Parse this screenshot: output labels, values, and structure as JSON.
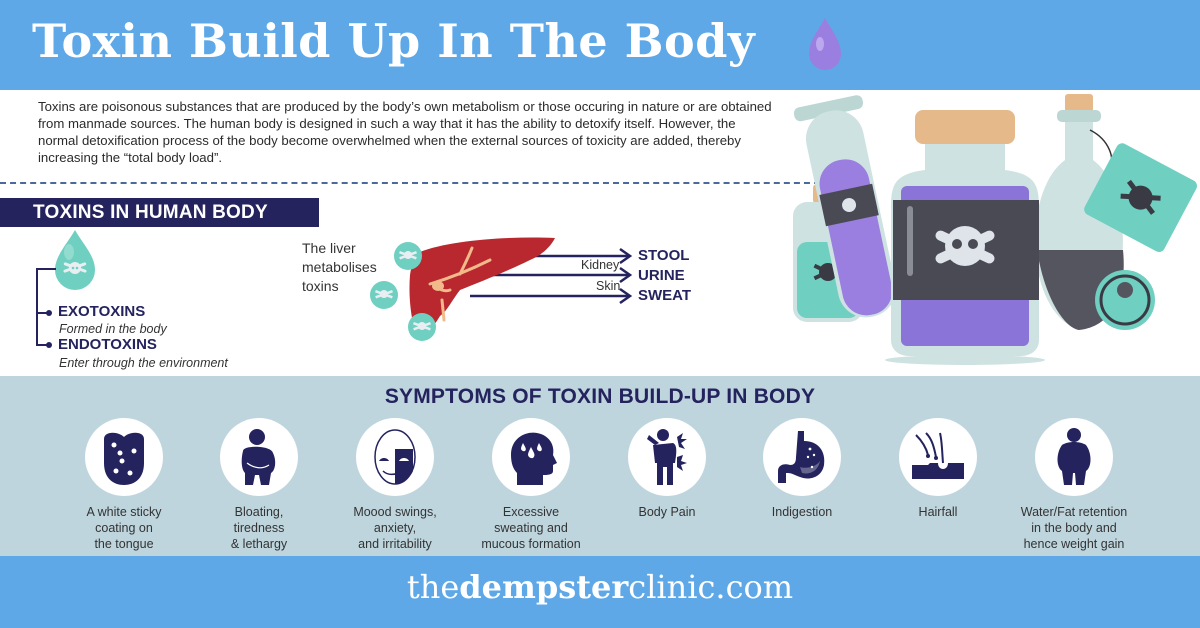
{
  "header": {
    "title": "Toxin Build Up In The Body"
  },
  "intro": {
    "text": "Toxins are poisonous substances that are produced by the body’s own metabolism or those occuring in nature or are obtained from manmade sources. The human body is designed in such a way that it has the ability to detoxify itself. However, the normal detoxification process of the body become overwhelmed when the external sources of toxicity are added, thereby increasing the “total body load”."
  },
  "toxins_section": {
    "title": "TOXINS IN HUMAN BODY",
    "types": [
      {
        "name": "EXOTOXINS",
        "description": "Formed in the body"
      },
      {
        "name": "ENDOTOXINS",
        "description": "Enter through the environment"
      }
    ],
    "liver": {
      "caption_lines": [
        "The liver",
        "metabolises",
        "toxins"
      ],
      "routes": [
        "Kidney",
        "Skin"
      ],
      "outputs": [
        "STOOL",
        "URINE",
        "SWEAT"
      ]
    }
  },
  "symptoms_section": {
    "title": "SYMPTOMS OF TOXIN BUILD-UP IN BODY",
    "items": [
      {
        "icon": "tongue-icon",
        "label_lines": [
          "A white sticky",
          "coating on",
          "the tongue"
        ]
      },
      {
        "icon": "bloating-person-icon",
        "label_lines": [
          "Bloating,",
          "tiredness",
          "& lethargy"
        ]
      },
      {
        "icon": "mask-icon",
        "label_lines": [
          "Moood swings,",
          "anxiety,",
          "and irritability"
        ]
      },
      {
        "icon": "sweating-head-icon",
        "label_lines": [
          "Excessive",
          "sweating and",
          "mucous formation"
        ]
      },
      {
        "icon": "body-pain-icon",
        "label_lines": [
          "Body Pain"
        ]
      },
      {
        "icon": "stomach-icon",
        "label_lines": [
          "Indigestion"
        ]
      },
      {
        "icon": "hair-follicle-icon",
        "label_lines": [
          "Hairfall"
        ]
      },
      {
        "icon": "obese-person-icon",
        "label_lines": [
          "Water/Fat retention",
          "in the body and",
          "hence weight gain"
        ]
      }
    ]
  },
  "footer": {
    "url_prefix": "the",
    "url_bold": "dempster",
    "url_suffix": "clinic.com"
  },
  "colors": {
    "header_blue": "#5fa8e8",
    "navy": "#24235e",
    "symptoms_bg": "#bed5dd",
    "teal": "#6fcfc0",
    "liver_red": "#b8282e",
    "purple": "#8b74d8"
  }
}
